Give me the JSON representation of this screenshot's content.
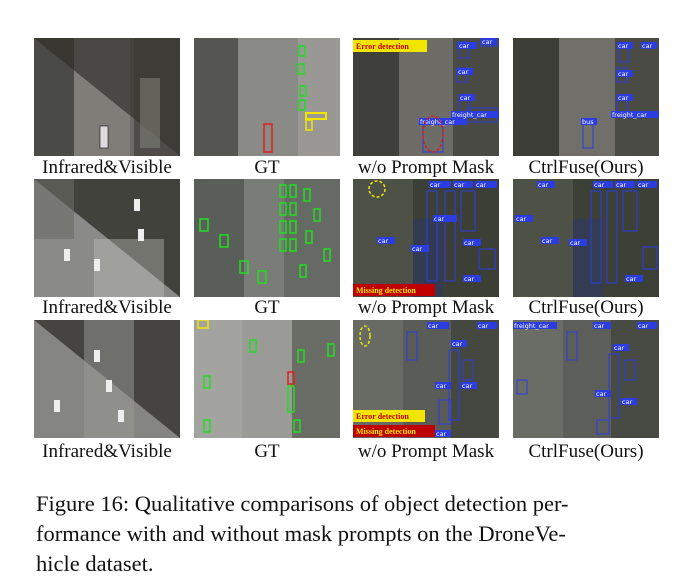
{
  "columns": [
    "Infrared&Visible",
    "GT",
    "w/o Prompt Mask",
    "CtrlFuse(Ours)"
  ],
  "rows": [
    {
      "labels": [
        "Infrared&Visible",
        "GT",
        "w/o Prompt Mask",
        "CtrlFuse(Ours)"
      ],
      "tags": {
        "error": "Error detection"
      },
      "boxes_prompt": [
        "car",
        "car",
        "car",
        "car",
        "freight_car",
        "freight_car"
      ],
      "boxes_ours": [
        "car",
        "car",
        "car",
        "car",
        "bus",
        "freight_car"
      ]
    },
    {
      "labels": [
        "Infrared&Visible",
        "GT",
        "w/o Prompt Mask",
        "CtrlFuse(Ours)"
      ],
      "tags": {
        "missing": "Missing detection"
      },
      "boxes_prompt": [
        "car",
        "car",
        "car",
        "car",
        "car",
        "car",
        "car",
        "car"
      ],
      "boxes_ours": [
        "car",
        "car",
        "car",
        "car",
        "car",
        "car",
        "car",
        "car"
      ]
    },
    {
      "labels": [
        "Infrared&Visible",
        "GT",
        "w/o Prompt Mask",
        "CtrlFuse(Ours)"
      ],
      "tags": {
        "error": "Error detection",
        "missing": "Missing detection"
      },
      "boxes_prompt": [
        "car",
        "car",
        "car",
        "car",
        "car",
        "car"
      ],
      "boxes_ours": [
        "freight_car",
        "car",
        "car",
        "car",
        "car",
        "car"
      ]
    }
  ],
  "caption": {
    "lines": [
      "Figure 16: Qualitative comparisons of object detection per-",
      "formance with and without mask prompts on the DroneVe-",
      "hicle dataset."
    ]
  },
  "colors": {
    "detect_box": "#2b3ce0",
    "gt_box": "#22dd22",
    "gt_red": "#e02020",
    "gt_yellow": "#f2e600",
    "error_tag": "#f2e600",
    "missing_tag": "#c00000",
    "circle": "#f2e600"
  }
}
